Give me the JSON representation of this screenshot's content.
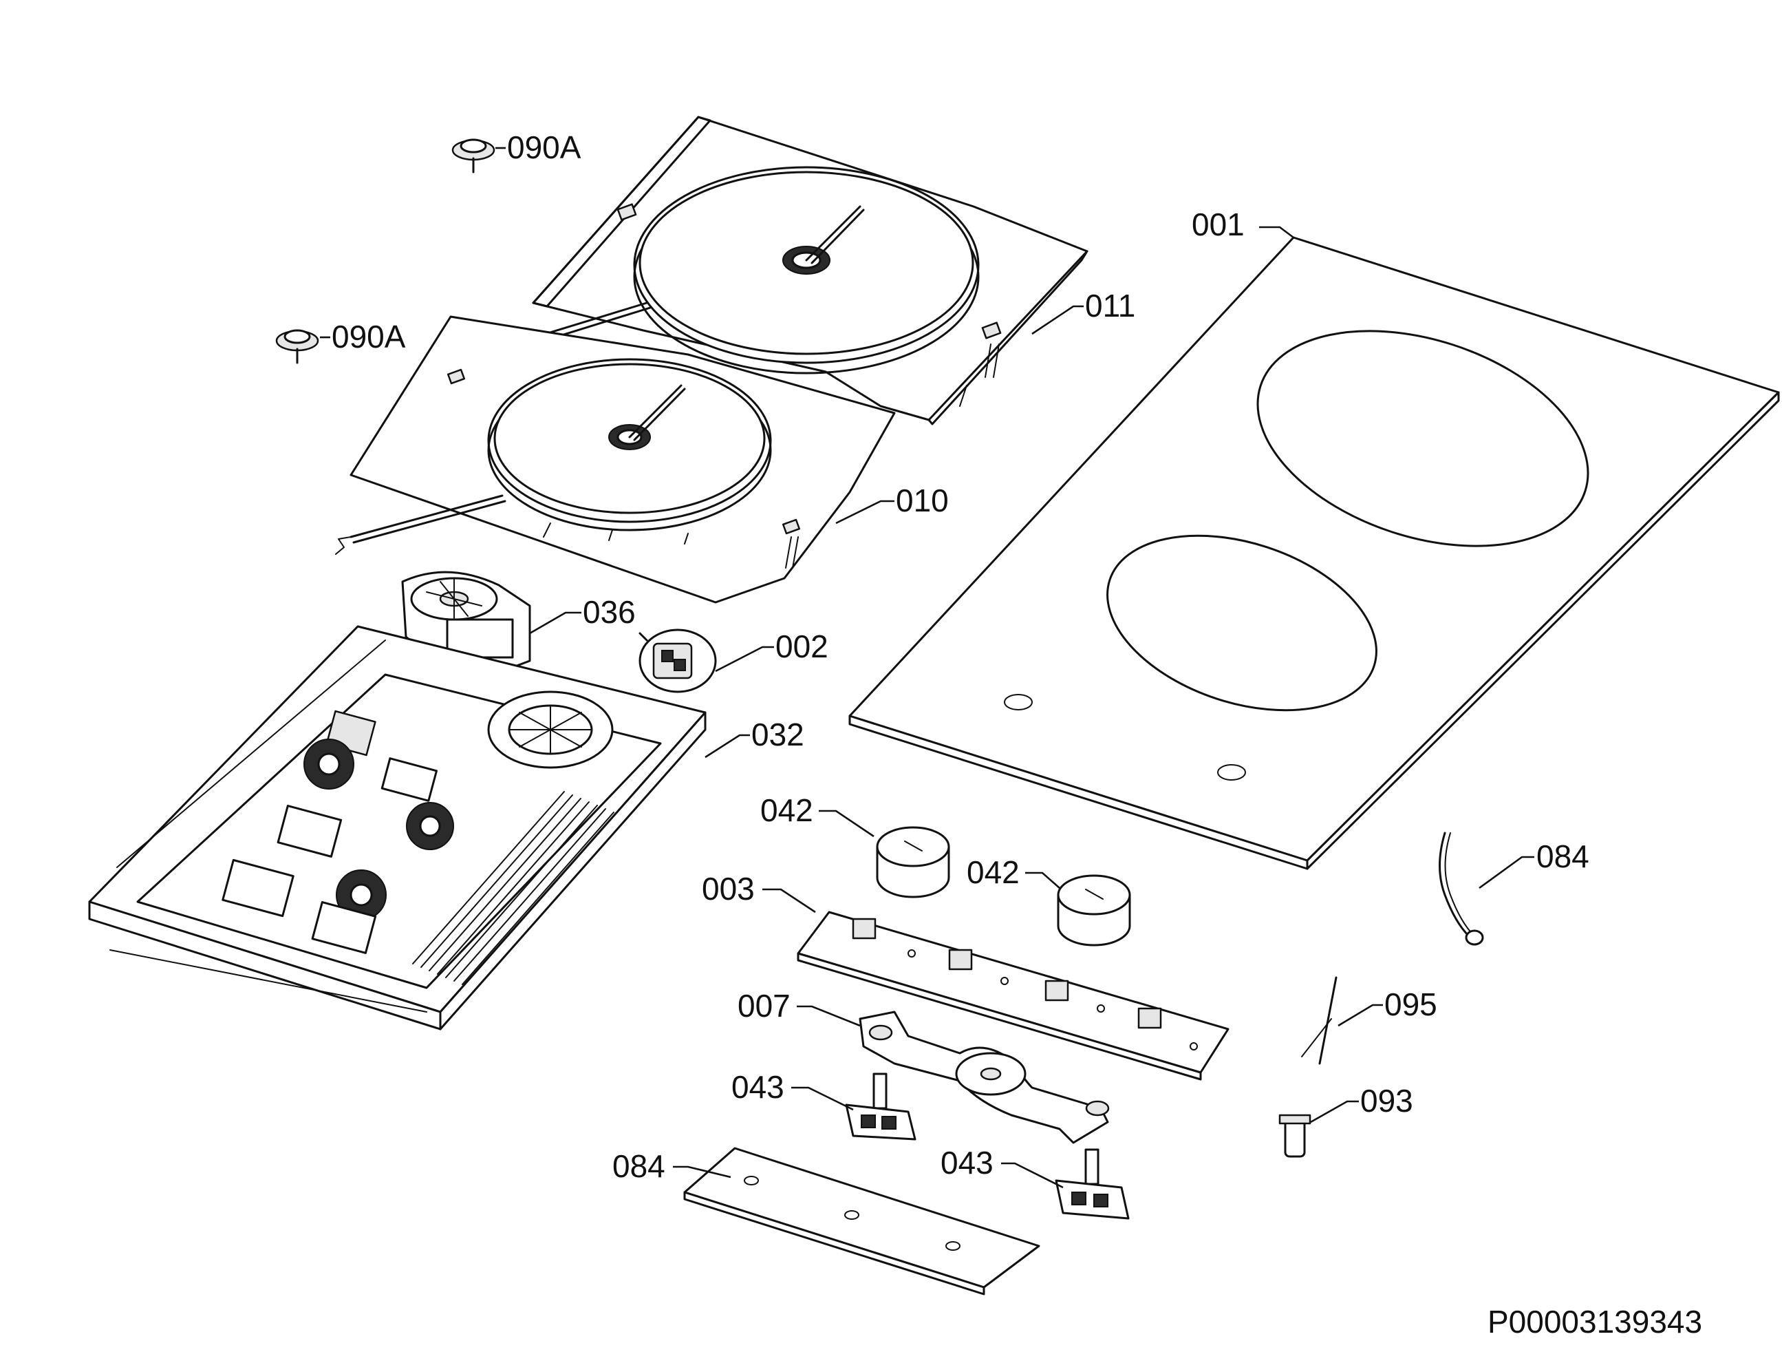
{
  "callouts": {
    "c090a_top": "090A",
    "c090a_left": "090A",
    "c001": "001",
    "c011": "011",
    "c010": "010",
    "c036": "036",
    "c002": "002",
    "c032": "032",
    "c042_left": "042",
    "c042_right": "042",
    "c003": "003",
    "c084_right": "084",
    "c007": "007",
    "c095": "095",
    "c043_left": "043",
    "c093": "093",
    "c084_bottom": "084",
    "c043_right": "043"
  },
  "document_id": "P00003139343"
}
